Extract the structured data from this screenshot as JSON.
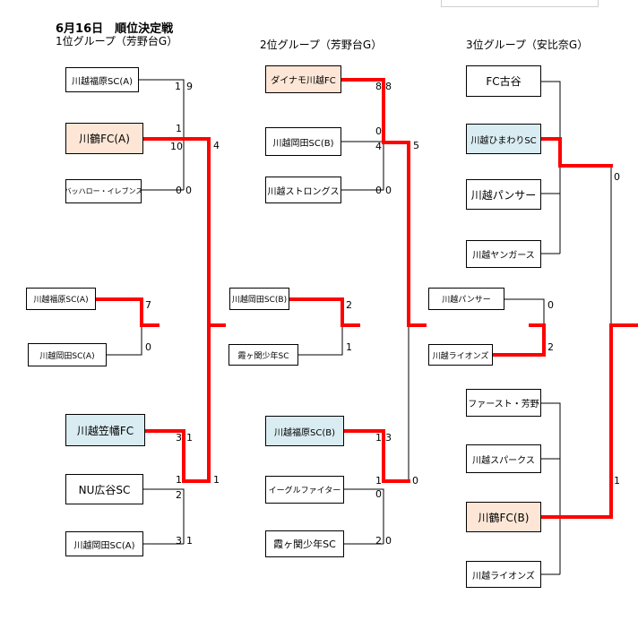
{
  "header": {
    "title": "6月16日　順位決定戦",
    "group1": "1位グループ（芳野台G）",
    "group2": "2位グループ（芳野台G）",
    "group3": "3位グループ（安比奈G）"
  },
  "group1": {
    "teams": {
      "t1": "川越福原SC(A)",
      "t2": "川鶴FC(A)",
      "t3": "バッハロー・イレブンス",
      "t4": "川越笠幡FC",
      "t5": "NU広谷SC",
      "t6": "川越岡田SC(A)",
      "p1": "川越福原SC(A)",
      "p2": "川越岡田SC(A)"
    },
    "scores": {
      "a1": "1",
      "a2": "9",
      "a3": "1",
      "a4": "10",
      "a5": "0",
      "a6": "0",
      "a7": "4",
      "b1": "3",
      "b2": "1",
      "b3": "1",
      "b4": "2",
      "b5": "3",
      "b6": "1",
      "b7": "1",
      "p1": "7",
      "p2": "0"
    }
  },
  "group2": {
    "teams": {
      "t1": "ダイナモ川越FC",
      "t2": "川越岡田SC(B)",
      "t3": "川越ストロングス",
      "t4": "川越福原SC(B)",
      "t5": "イーグルファイター",
      "t6": "霞ヶ関少年SC",
      "p1": "川越岡田SC(B)",
      "p2": "霞ヶ関少年SC"
    },
    "scores": {
      "a1": "8",
      "a2": "8",
      "a3": "0",
      "a4": "4",
      "a5": "0",
      "a6": "0",
      "a7": "5",
      "b1": "1",
      "b2": "3",
      "b3": "1",
      "b4": "0",
      "b5": "2",
      "b6": "0",
      "b7": "0",
      "p1": "2",
      "p2": "1"
    }
  },
  "group3": {
    "teams": {
      "t1": "FC古谷",
      "t2": "川越ひまわりSC",
      "t3": "川越パンサー",
      "t4": "川越ヤンガース",
      "t5": "ファースト・芳野",
      "t6": "川越スパークス",
      "t7": "川鶴FC(B)",
      "t8": "川越ライオンズ",
      "p1": "川越パンサー",
      "p2": "川越ライオンズ"
    },
    "scores": {
      "top": "0",
      "bottom": "1",
      "p1": "0",
      "p2": "2"
    }
  },
  "colors": {
    "winner_line": "#ff0000",
    "peach_fill": "#fde6d6",
    "blue_fill": "#d9ecf2"
  }
}
